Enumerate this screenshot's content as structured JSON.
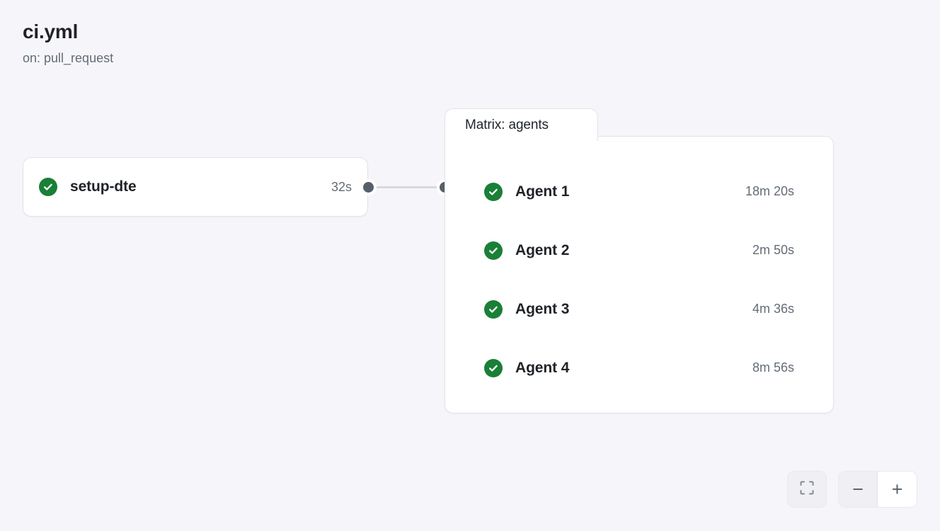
{
  "header": {
    "title": "ci.yml",
    "subtitle": "on: pull_request"
  },
  "graph": {
    "job": {
      "name": "setup-dte",
      "duration": "32s",
      "status": "success",
      "status_icon": "check-circle-icon"
    },
    "matrix": {
      "tab_label": "Matrix: agents",
      "agents": [
        {
          "name": "Agent 1",
          "duration": "18m 20s",
          "status": "success",
          "status_icon": "check-circle-icon"
        },
        {
          "name": "Agent 2",
          "duration": "2m 50s",
          "status": "success",
          "status_icon": "check-circle-icon"
        },
        {
          "name": "Agent 3",
          "duration": "4m 36s",
          "status": "success",
          "status_icon": "check-circle-icon"
        },
        {
          "name": "Agent 4",
          "duration": "8m 56s",
          "status": "success",
          "status_icon": "check-circle-icon"
        }
      ]
    }
  },
  "controls": {
    "fit_icon": "fit-to-screen-icon",
    "zoom_out_label": "−",
    "zoom_in_label": "+"
  },
  "colors": {
    "background": "#f6f6fa",
    "surface": "#ffffff",
    "border": "#e2e2e8",
    "success_green": "#1a7f37",
    "text_primary": "#1f2328",
    "text_muted": "#636c76",
    "port": "#57606a",
    "edge": "#d8d8de"
  }
}
